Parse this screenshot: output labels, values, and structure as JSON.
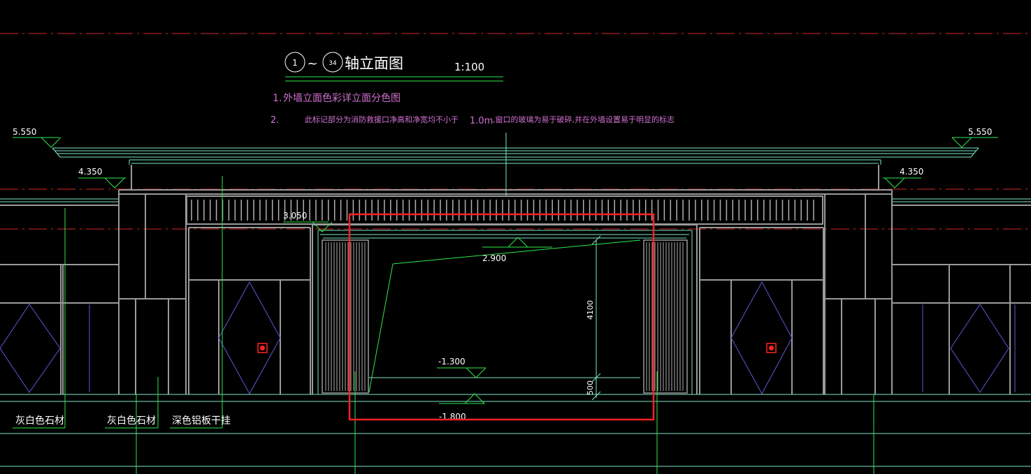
{
  "drawing": {
    "title": {
      "axis_start": "1",
      "separator": "~",
      "axis_end": "34",
      "name": "轴立面图",
      "scale": "1:100"
    },
    "notes": [
      {
        "num": "1.",
        "text": "外墙立面色彩详立面分色图"
      },
      {
        "num": "2.",
        "text": "此标记部分为消防救援口净高和净宽均不小于",
        "value": "1.0m",
        "text2": ",窗口的玻璃为易于破碎,并在外墙设置易于明显的标志"
      }
    ],
    "levels": {
      "roof_left": "5.550",
      "roof_right": "5.550",
      "parapet_left": "4.350",
      "parapet_right": "4.350",
      "canopy": "3.050",
      "opening_top": "2.900",
      "opening_bottom": "-1.300",
      "ground": "-1.800"
    },
    "dimensions": {
      "opening_height": "4100",
      "sill_height": "500"
    },
    "material_labels": [
      "灰白色石材",
      "灰白色石材",
      "深色铝板干挂"
    ],
    "colors": {
      "background": "#000000",
      "outline": "#9a9a9a",
      "green": "#2ee84a",
      "cyan_line": "#7de8c8",
      "red_axis": "#d8282a",
      "magenta_text": "#d070d0",
      "white_text": "#ffffff",
      "highlight": "#ff2222",
      "blue_hatch": "#5a5ad8"
    }
  }
}
